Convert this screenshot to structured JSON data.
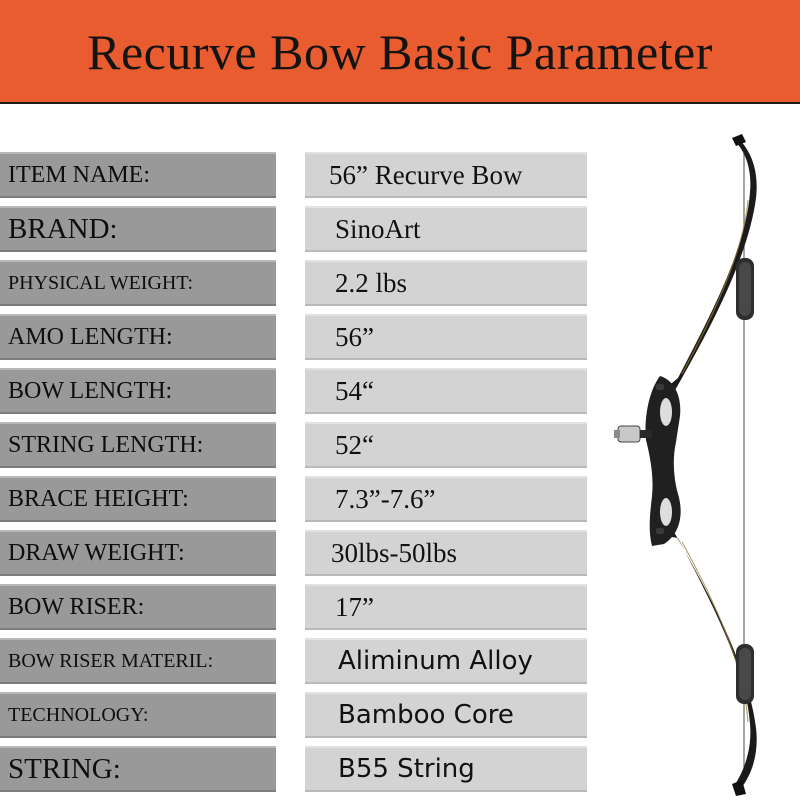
{
  "header": {
    "title": "Recurve Bow Basic Parameter"
  },
  "specs": [
    {
      "label": "ITEM NAME:",
      "value": "56” Recurve Bow"
    },
    {
      "label": "BRAND:",
      "value": "SinoArt"
    },
    {
      "label": "PHYSICAL WEIGHT:",
      "value": "2.2 lbs"
    },
    {
      "label": "AMO LENGTH:",
      "value": "56”"
    },
    {
      "label": "BOW LENGTH:",
      "value": "54“"
    },
    {
      "label": "STRING LENGTH:",
      "value": "52“"
    },
    {
      "label": "BRACE HEIGHT:",
      "value": "7.3”-7.6”"
    },
    {
      "label": "DRAW WEIGHT:",
      "value": "30lbs-50lbs"
    },
    {
      "label": "BOW RISER:",
      "value": "17”"
    },
    {
      "label": "BOW RISER MATERIL:",
      "value": "Aliminum Alloy"
    },
    {
      "label": "TECHNOLOGY:",
      "value": "Bamboo Core"
    },
    {
      "label": "STRING:",
      "value": "B55 String"
    }
  ],
  "colors": {
    "banner": "#e85c30",
    "label_cell": "#999999",
    "value_cell": "#d3d3d3"
  },
  "illustration": {
    "icon": "recurve-bow-icon"
  }
}
